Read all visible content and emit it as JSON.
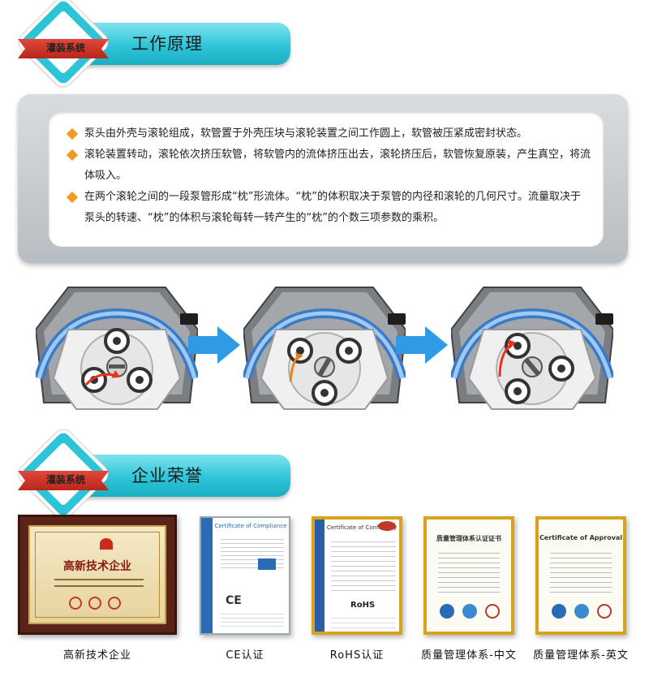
{
  "section1": {
    "badge_label": "灌装系统",
    "title": "工作原理"
  },
  "principle": {
    "items": [
      "泵头由外壳与滚轮组成，软管置于外壳压块与滚轮装置之间工作圆上，软管被压紧成密封状态。",
      "滚轮装置转动，滚轮依次挤压软管，将软管内的流体挤压出去，滚轮挤压后，软管恢复原装，产生真空，将流体吸入。",
      "在两个滚轮之间的一段泵管形成“枕”形流体。“枕”的体积取决于泵管的内径和滚轮的几何尺寸。流量取决于泵头的转速、“枕”的体积与滚轮每转一转产生的“枕”的个数三项参数的乘积。"
    ],
    "bullet_color": "#f39a1e"
  },
  "section2": {
    "badge_label": "灌装系统",
    "title": "企业荣誉"
  },
  "certificates": [
    {
      "label": "高新技术企业",
      "title": "高新技术企业"
    },
    {
      "label": "CE认证",
      "title": "Certificate of Compliance"
    },
    {
      "label": "RoHS认证",
      "title": "Certificate of Conformity"
    },
    {
      "label": "质量管理体系-中文",
      "title": "质量管理体系认证证书"
    },
    {
      "label": "质量管理体系-英文",
      "title": "Certificate of Approval"
    }
  ],
  "colors": {
    "accent": "#2cc4d6",
    "ribbon": "#c8342a",
    "arrow": "#2f9be6"
  }
}
